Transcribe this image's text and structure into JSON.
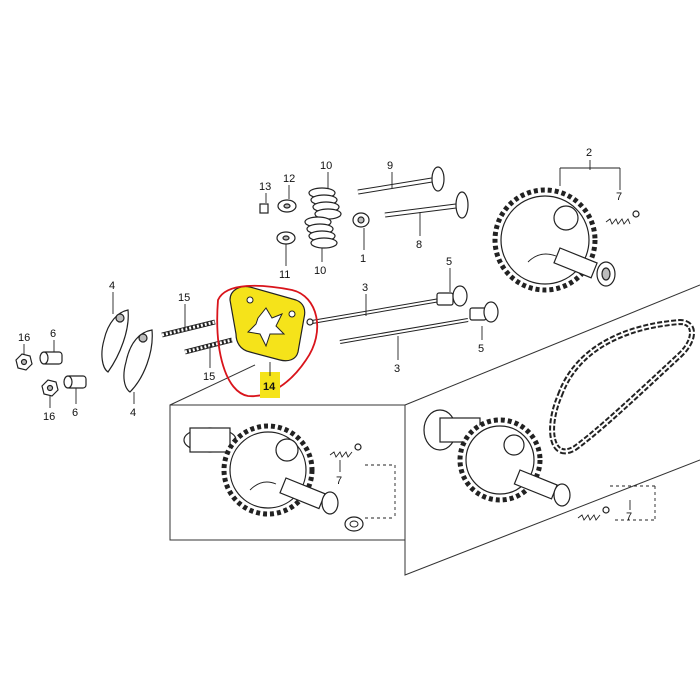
{
  "labels": {
    "l1": "1",
    "l2": "2",
    "l3a": "3",
    "l3b": "3",
    "l4a": "4",
    "l4b": "4",
    "l5a": "5",
    "l5b": "5",
    "l6a": "6",
    "l6b": "6",
    "l7a": "7",
    "l7b": "7",
    "l7c": "7",
    "l8": "8",
    "l9": "9",
    "l10a": "10",
    "l10b": "10",
    "l11": "11",
    "l12": "12",
    "l13": "13",
    "l14": "14",
    "l15a": "15",
    "l15b": "15",
    "l16a": "16",
    "l16b": "16"
  },
  "colors": {
    "highlight": "#f5e31a",
    "circle": "#d9141b",
    "line": "#222222"
  }
}
